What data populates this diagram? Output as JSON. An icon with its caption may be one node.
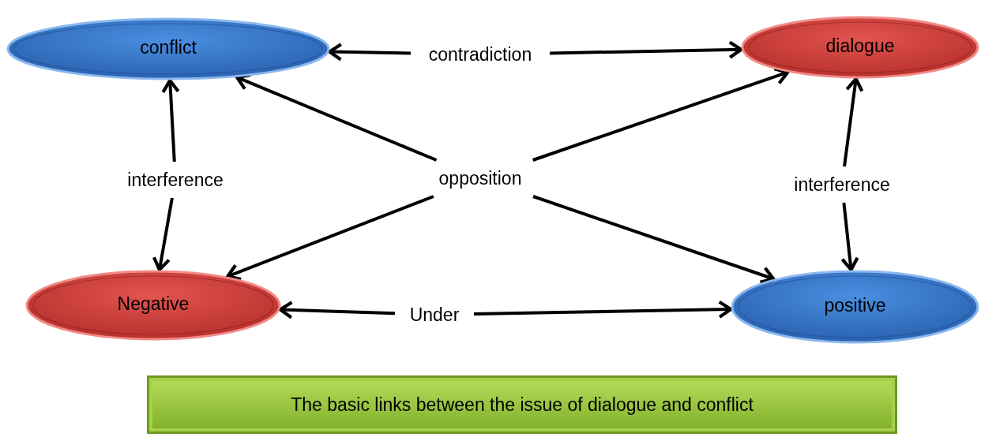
{
  "diagram": {
    "nodes": [
      {
        "text": [
          "conflict"
        ]
      },
      {
        "text": [
          "dialogue"
        ]
      },
      {
        "text": [
          "Negative"
        ]
      },
      {
        "text": [
          "positive"
        ]
      },
      {
        "text": [
          "contradiction"
        ]
      },
      {
        "text": [
          "interference"
        ]
      },
      {
        "text": [
          "opposition"
        ]
      },
      {
        "text": [
          "interference"
        ]
      },
      {
        "text": [
          "Under"
        ]
      },
      {
        "text": [
          "The basic links between the issue of dialogue and conflict"
        ]
      }
    ],
    "edges": [
      {
        "from": 4,
        "to": 0,
        "arrow": "to"
      },
      {
        "from": 4,
        "to": 1,
        "arrow": "to"
      },
      {
        "from": 5,
        "to": 0,
        "arrow": "to"
      },
      {
        "from": 5,
        "to": 2,
        "arrow": "to"
      },
      {
        "from": 6,
        "to": 0,
        "arrow": "to"
      },
      {
        "from": 6,
        "to": 1,
        "arrow": "to"
      },
      {
        "from": 6,
        "to": 2,
        "arrow": "to"
      },
      {
        "from": 6,
        "to": 3,
        "arrow": "to"
      },
      {
        "from": 7,
        "to": 1,
        "arrow": "to"
      },
      {
        "from": 7,
        "to": 3,
        "arrow": "to"
      },
      {
        "from": 8,
        "to": 2,
        "arrow": "to"
      },
      {
        "from": 8,
        "to": 3,
        "arrow": "to"
      }
    ]
  }
}
